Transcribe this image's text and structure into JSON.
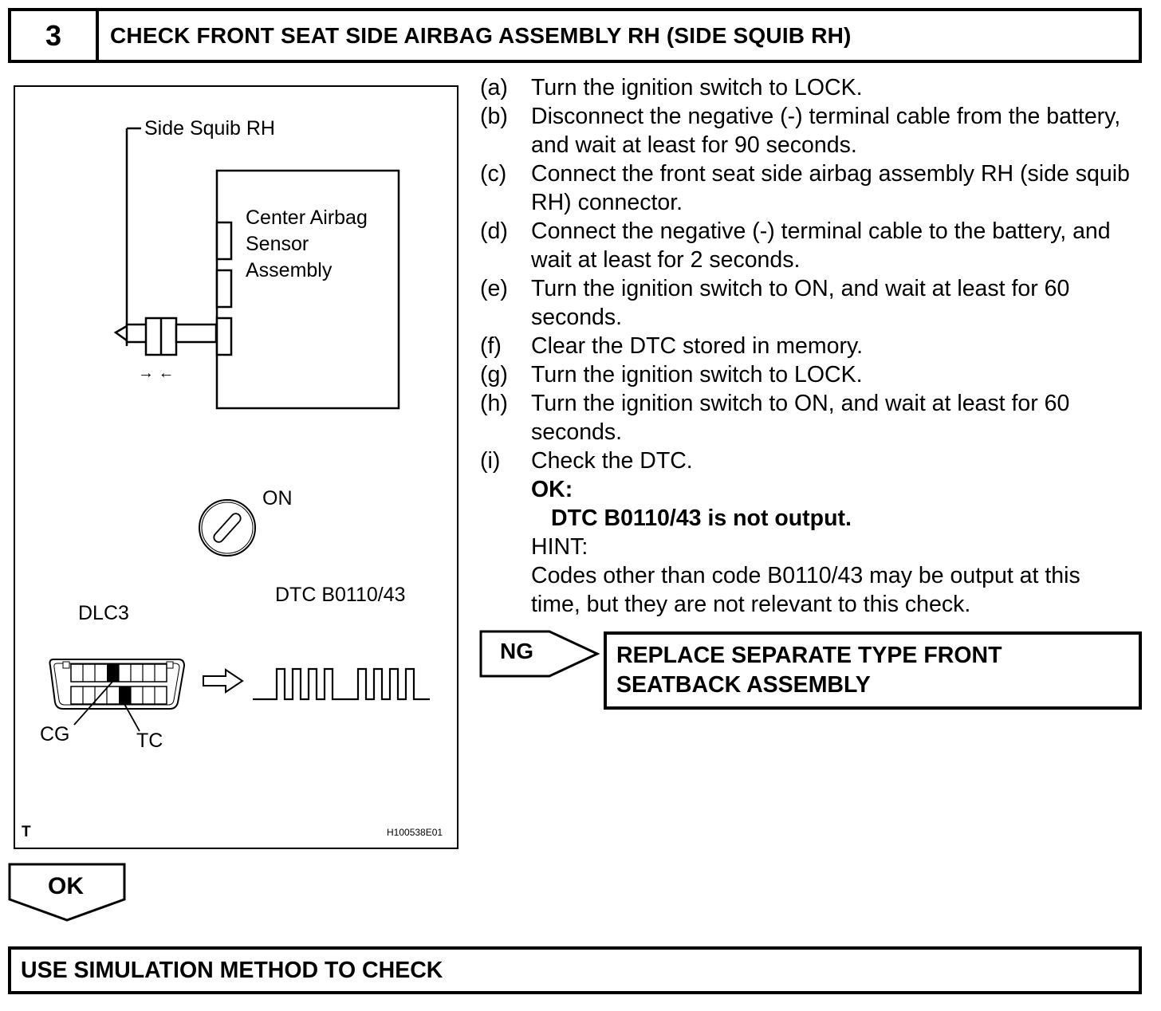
{
  "header": {
    "step_number": "3",
    "title": "CHECK FRONT SEAT SIDE AIRBAG ASSEMBLY RH (SIDE SQUIB RH)"
  },
  "figure": {
    "side_squib_label": "Side Squib RH",
    "sensor_label_line1": "Center Airbag",
    "sensor_label_line2": "Sensor",
    "sensor_label_line3": "Assembly",
    "connector_arrows": "→ ←",
    "ignition_label": "ON",
    "dlc_label": "DLC3",
    "dtc_label": "DTC B0110/43",
    "pin_cg": "CG",
    "pin_tc": "TC",
    "corner_mark": "T",
    "figure_id": "H100538E01"
  },
  "steps": [
    {
      "letter": "(a)",
      "text": "Turn the ignition switch to LOCK."
    },
    {
      "letter": "(b)",
      "text": "Disconnect the negative (-) terminal cable from the battery, and wait at least for 90 seconds."
    },
    {
      "letter": "(c)",
      "text": "Connect the front seat side airbag assembly RH (side squib RH) connector."
    },
    {
      "letter": "(d)",
      "text": "Connect the negative (-) terminal cable to the battery, and wait at least for 2 seconds."
    },
    {
      "letter": "(e)",
      "text": "Turn the ignition switch to ON, and wait at least for 60 seconds."
    },
    {
      "letter": "(f)",
      "text": "Clear the DTC stored in memory."
    },
    {
      "letter": "(g)",
      "text": "Turn the ignition switch to LOCK."
    },
    {
      "letter": "(h)",
      "text": "Turn the ignition switch to ON, and wait at least for 60 seconds."
    },
    {
      "letter": "(i)",
      "text": "Check the DTC."
    }
  ],
  "ok_criteria": {
    "heading": "OK:",
    "text": "DTC B0110/43 is not output."
  },
  "hint": {
    "heading": "HINT:",
    "line1": "Codes other than code B0110/43 may be output at this",
    "line2": "time, but they are not relevant to this check."
  },
  "ng_branch": {
    "label": "NG",
    "action_line1": "REPLACE SEPARATE TYPE FRONT",
    "action_line2": "SEATBACK ASSEMBLY"
  },
  "ok_branch": {
    "label": "OK",
    "next_action": "USE SIMULATION METHOD TO CHECK"
  }
}
